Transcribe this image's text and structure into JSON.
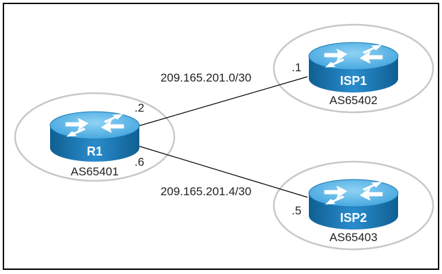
{
  "diagram": {
    "routers": [
      {
        "id": "r1",
        "name": "R1",
        "as": "AS65401"
      },
      {
        "id": "isp1",
        "name": "ISP1",
        "as": "AS65402"
      },
      {
        "id": "isp2",
        "name": "ISP2",
        "as": "AS65403"
      }
    ],
    "links": [
      {
        "subnet": "209.165.201.0/30",
        "a_host": ".2",
        "b_host": ".1"
      },
      {
        "subnet": "209.165.201.4/30",
        "a_host": ".6",
        "b_host": ".5"
      }
    ]
  },
  "colors": {
    "router_top": "#5fb8e8",
    "router_side": "#1a78b4",
    "router_dark": "#0f5f92",
    "circle": "#c8c8c8",
    "frame": "#000000"
  }
}
